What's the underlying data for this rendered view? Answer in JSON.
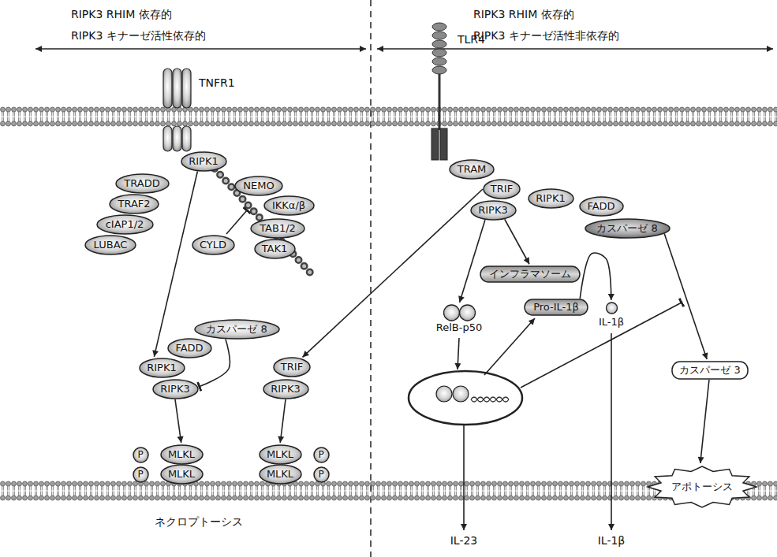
{
  "diagram": {
    "nodes": [
      {
        "text": [
          "TRADD"
        ]
      },
      {
        "text": [
          "RIPK1"
        ]
      },
      {
        "text": [
          "TRAF2"
        ]
      },
      {
        "text": [
          "cIAP1/2"
        ]
      },
      {
        "text": [
          "LUBAC"
        ]
      },
      {
        "text": [
          "NEMO"
        ]
      },
      {
        "text": [
          "IKKα/β"
        ]
      },
      {
        "text": [
          "TAB1/2"
        ]
      },
      {
        "text": [
          "TAK1"
        ]
      },
      {
        "text": [
          "CYLD"
        ]
      },
      {
        "text": [
          "カスパーゼ 8"
        ]
      },
      {
        "text": [
          "FADD"
        ]
      },
      {
        "text": [
          "RIPK1"
        ]
      },
      {
        "text": [
          "RIPK3"
        ]
      },
      {
        "text": [
          "TRIF"
        ]
      },
      {
        "text": [
          "RIPK3"
        ]
      },
      {
        "text": [
          "P"
        ]
      },
      {
        "text": [
          "MLKL"
        ]
      },
      {
        "text": [
          "MLKL"
        ]
      },
      {
        "text": [
          "P"
        ]
      },
      {
        "text": [
          "P"
        ]
      },
      {
        "text": [
          "MLKL"
        ]
      },
      {
        "text": [
          "MLKL"
        ]
      },
      {
        "text": [
          "P"
        ]
      },
      {
        "text": [
          "TRAM"
        ]
      },
      {
        "text": [
          "TRIF"
        ]
      },
      {
        "text": [
          "RIPK1"
        ]
      },
      {
        "text": [
          "FADD"
        ]
      },
      {
        "text": [
          "RIPK3"
        ]
      },
      {
        "text": [
          "カスパーゼ 8"
        ]
      },
      {
        "text": [
          "インフラマソーム"
        ]
      },
      {
        "text": [
          "RelB-p50"
        ]
      },
      {
        "text": [
          "Pro-IL-1β"
        ]
      },
      {
        "text": [
          "IL-1β"
        ]
      },
      {
        "text": [
          "カスパーゼ 3"
        ]
      },
      {
        "text": [
          "アポトーシス"
        ]
      }
    ],
    "edges": [
      {
        "from": 1,
        "to": 12,
        "arrow": "to"
      },
      {
        "from": 25,
        "to": 14,
        "arrow": "to"
      },
      {
        "from": 10,
        "to": 13,
        "arrow": "to"
      },
      {
        "from": 13,
        "to": 17,
        "arrow": "to"
      },
      {
        "from": 15,
        "to": 18,
        "arrow": "to"
      },
      {
        "from": 28,
        "to": 31,
        "arrow": "to"
      },
      {
        "from": 28,
        "to": 30,
        "arrow": "to"
      },
      {
        "from": 32,
        "to": 33,
        "arrow": "to"
      },
      {
        "from": 29,
        "to": 34,
        "arrow": "to"
      },
      {
        "from": 34,
        "to": 35,
        "arrow": "to"
      }
    ],
    "labels": [
      "RIPK3 RHIM 依存的",
      "RIPK3 キナーゼ活性依存的",
      "RIPK3 RHIM 依存的",
      "RIPK3 キナーゼ活性非依存的",
      "TNFR1",
      "TLR4",
      "ネクロプトーシス",
      "IL-23",
      "IL-1β"
    ]
  }
}
